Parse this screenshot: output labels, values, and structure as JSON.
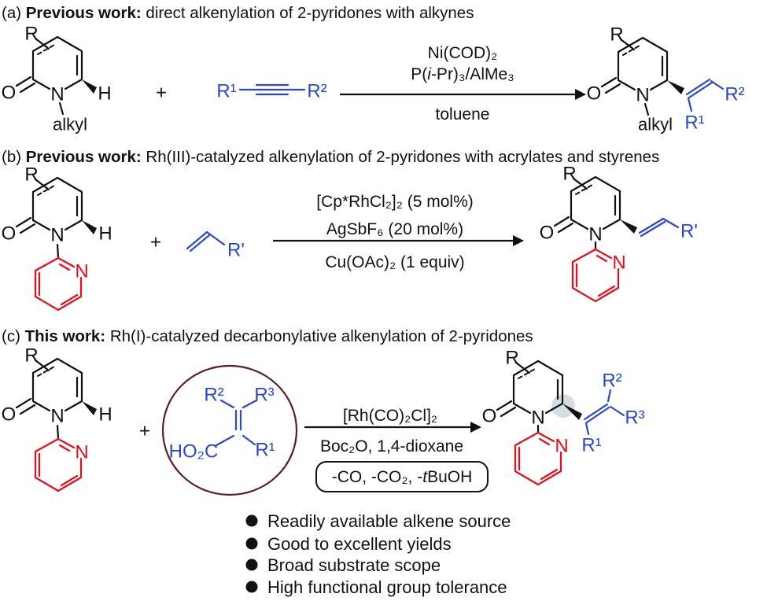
{
  "figure": {
    "background": "#ffffff",
    "colors": {
      "black": "#111111",
      "blue": "#2b46d5",
      "red": "#ee0a16",
      "circle_maroon": "#5b1c26",
      "highlight_gray": "#ccd8da"
    }
  },
  "atoms": {
    "R": "R",
    "O": "O",
    "N": "N",
    "H": "H",
    "R1": "R¹",
    "R2": "R²",
    "R3": "R³",
    "Rprime": "R'",
    "alkyl": "alkyl",
    "HO2C": "HO₂C",
    "plus": "+"
  },
  "section_a": {
    "label": "(a) ",
    "title_bold": "Previous work:",
    "title_rest": " direct alkenylation of 2-pyridones with alkynes",
    "cond_line1": "Ni(COD)₂",
    "cond_line2_parts": [
      "P(",
      "i",
      "-Pr)₃/AlMe₃"
    ],
    "cond_below": "toluene"
  },
  "section_b": {
    "label": "(b) ",
    "title_bold": "Previous work:",
    "title_rest": " Rh(III)-catalyzed alkenylation of 2-pyridones with acrylates and styrenes",
    "cond_line1": "[Cp*RhCl₂]₂ (5 mol%)",
    "cond_line2": "AgSbF₆ (20 mol%)",
    "cond_below": "Cu(OAc)₂ (1 equiv)"
  },
  "section_c": {
    "label": "(c) ",
    "title_bold": "This work:",
    "title_rest": " Rh(I)-catalyzed decarbonylative alkenylation of 2-pyridones",
    "cond_line1": "[Rh(CO)₂Cl]₂",
    "cond_below": "Boc₂O, 1,4-dioxane",
    "byproducts_parts": [
      "-CO, -CO₂, -",
      "t",
      "BuOH"
    ]
  },
  "bullets": [
    "Readily available alkene source",
    "Good to excellent yields",
    "Broad substrate scope",
    "High functional group tolerance"
  ]
}
